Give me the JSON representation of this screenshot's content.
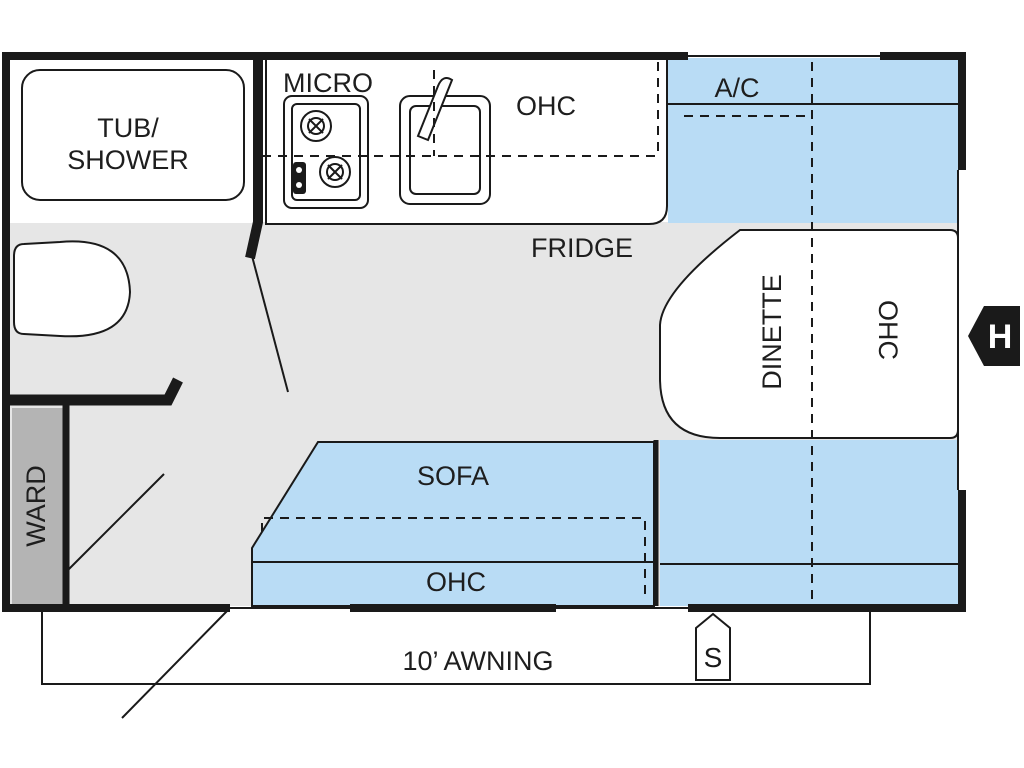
{
  "labels": {
    "tub_shower_line1": "TUB/",
    "tub_shower_line2": "SHOWER",
    "micro": "MICRO",
    "ohc_kitchen": "OHC",
    "ac": "A/C",
    "fridge": "FRIDGE",
    "dinette": "DINETTE",
    "ohc_front": "OHC",
    "h_marker": "H",
    "ward": "WARD",
    "sofa": "SOFA",
    "ohc_sofa": "OHC",
    "awning": "10’ AWNING",
    "s_marker": "S"
  },
  "colors": {
    "floor": "#e6e6e6",
    "sleeping_area": "#b9dcf5",
    "wardrobe": "#b4b4b4",
    "walls": "#1a1a1a"
  }
}
